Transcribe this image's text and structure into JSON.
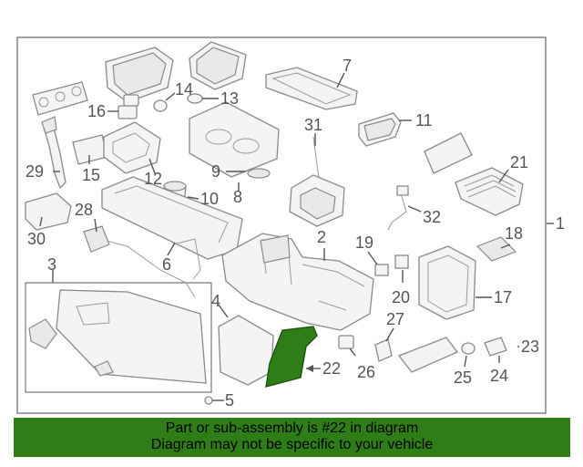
{
  "diagram": {
    "callouts": [
      "1",
      "2",
      "3",
      "4",
      "5",
      "6",
      "7",
      "8",
      "9",
      "10",
      "11",
      "12",
      "13",
      "14",
      "15",
      "16",
      "17",
      "18",
      "19",
      "20",
      "21",
      "22",
      "23",
      "24",
      "25",
      "26",
      "27",
      "28",
      "29",
      "30",
      "31",
      "32"
    ],
    "highlight_color": "#2e7d17"
  },
  "banner": {
    "line1": "Part or sub-assembly is #22 in diagram",
    "line2": "Diagram may not be specific to your vehicle",
    "background": "#2e7d17"
  }
}
